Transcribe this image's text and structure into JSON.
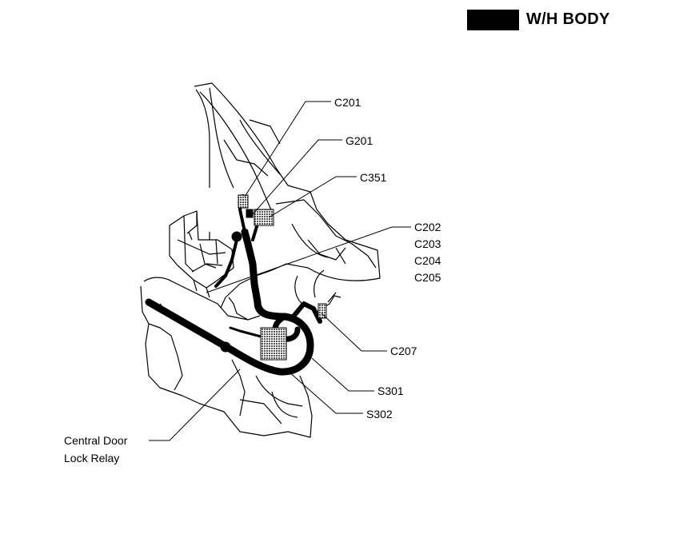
{
  "header": {
    "title": "W/H BODY"
  },
  "colors": {
    "ink": "#000000",
    "paper": "#ffffff",
    "hatch": "#777777"
  },
  "labels": {
    "c201": "C201",
    "g201": "G201",
    "c351": "C351",
    "c202": "C202",
    "c203": "C203",
    "c204": "C204",
    "c205": "C205",
    "c207": "C207",
    "s301": "S301",
    "s302": "S302",
    "relay_line1": "Central Door",
    "relay_line2": "Lock Relay"
  }
}
